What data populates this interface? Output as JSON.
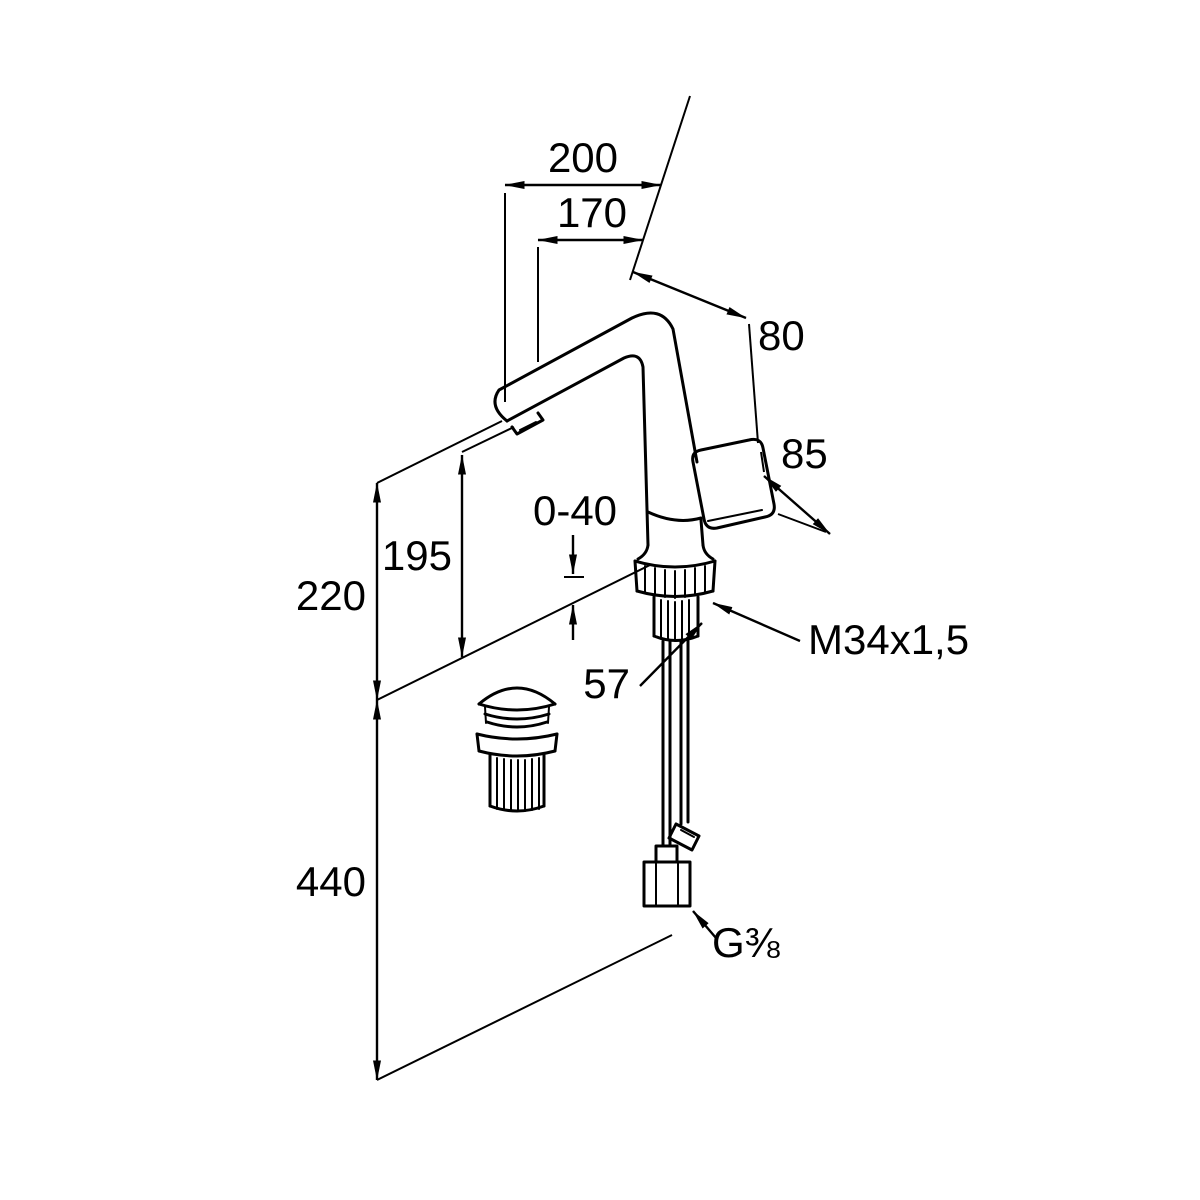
{
  "page": {
    "background": "#ffffff",
    "line_color": "#000000"
  },
  "drawing": {
    "kind": "technical dimension drawing",
    "subject": "single-lever basin mixer faucet with pop-up waste valve"
  },
  "labels": {
    "d200": "200",
    "d170": "170",
    "d80": "80",
    "d85": "85",
    "d195": "195",
    "d0_40": "0-40",
    "d220": "220",
    "d57": "57",
    "thread": "M34x1,5",
    "d440": "440",
    "connection": "G⅜"
  }
}
